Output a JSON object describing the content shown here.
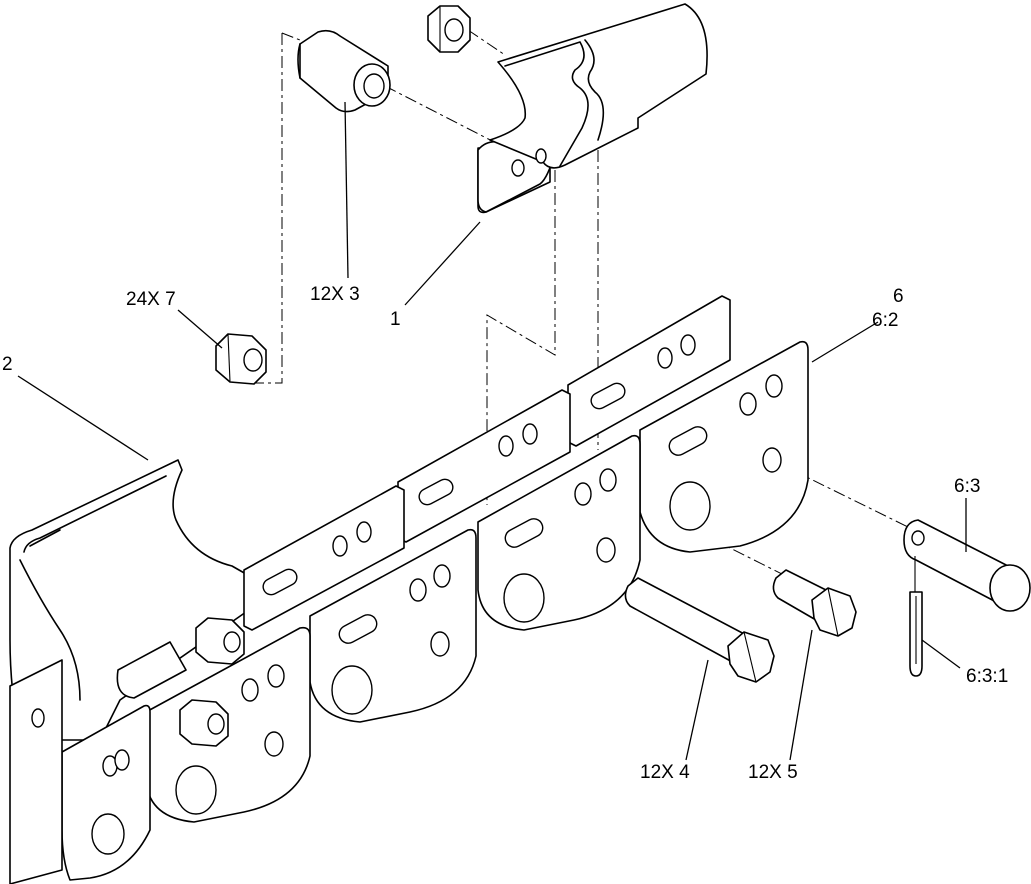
{
  "callouts": {
    "c_1": "1",
    "c_2": "2",
    "c_12x3": "12X 3",
    "c_24x7": "24X 7",
    "c_6": "6",
    "c_6_2": "6:2",
    "c_6_3": "6:3",
    "c_6_3_1": "6:3:1",
    "c_12x4": "12X 4",
    "c_12x5": "12X 5"
  },
  "colors": {
    "line": "#000000",
    "paper": "#ffffff"
  }
}
